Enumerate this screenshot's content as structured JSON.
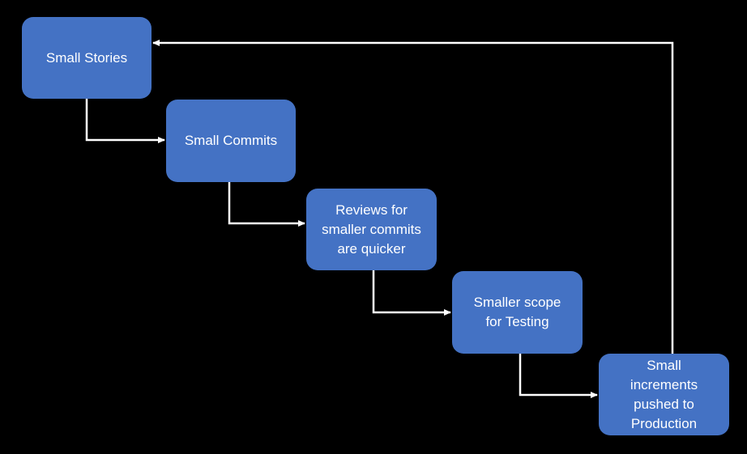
{
  "diagram": {
    "nodes": [
      {
        "id": "small-stories",
        "label": "Small Stories"
      },
      {
        "id": "small-commits",
        "label": "Small Commits"
      },
      {
        "id": "reviews-quicker",
        "label": "Reviews for\nsmaller commits\nare quicker"
      },
      {
        "id": "smaller-scope-testing",
        "label": "Smaller scope\nfor Testing"
      },
      {
        "id": "small-increments-production",
        "label": "Small\nincrements\npushed to\nProduction"
      }
    ],
    "edges": [
      {
        "from": "small-stories",
        "to": "small-commits"
      },
      {
        "from": "small-commits",
        "to": "reviews-quicker"
      },
      {
        "from": "reviews-quicker",
        "to": "smaller-scope-testing"
      },
      {
        "from": "smaller-scope-testing",
        "to": "small-increments-production"
      },
      {
        "from": "small-increments-production",
        "to": "small-stories"
      }
    ],
    "colors": {
      "background": "#000000",
      "node_fill": "#4472C4",
      "node_text": "#FFFFFF",
      "connector": "#FFFFFF"
    }
  }
}
